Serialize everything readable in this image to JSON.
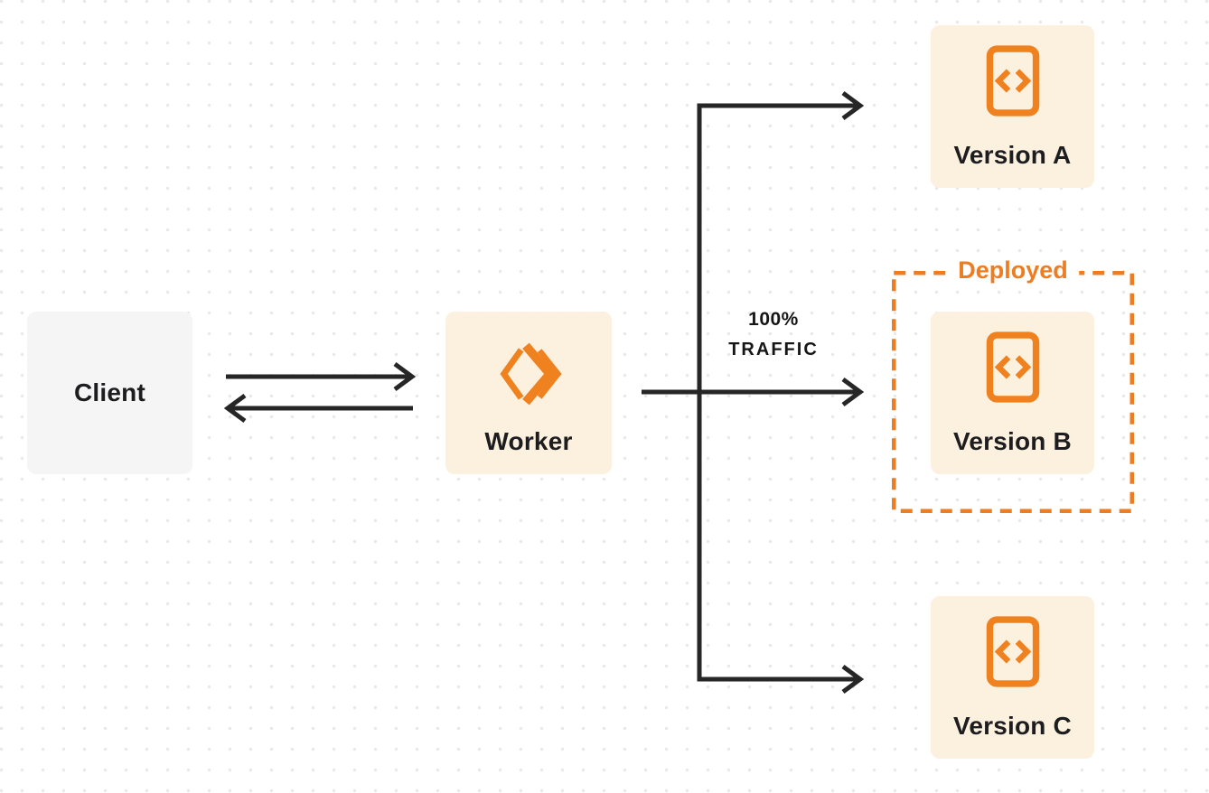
{
  "diagram": {
    "nodes": {
      "client": {
        "label": "Client"
      },
      "worker": {
        "label": "Worker"
      },
      "version_a": {
        "label": "Version A"
      },
      "version_b": {
        "label": "Version B"
      },
      "version_c": {
        "label": "Version C"
      }
    },
    "deployed": {
      "label": "Deployed"
    },
    "traffic": {
      "line1": "100%",
      "line2": "TRAFFIC"
    },
    "icons": {
      "worker": "worker-logo-icon",
      "versions": "code-file-icon"
    },
    "colors": {
      "orange": "#f0811f",
      "orange_dash": "#ee7d22",
      "node_cream": "#fcf0df",
      "client_gray": "#f5f5f6",
      "arrow_dark": "#262626",
      "dot_grid": "#e8e8e8",
      "label_text": "#1d1d1f",
      "background": "#ffffff"
    }
  }
}
